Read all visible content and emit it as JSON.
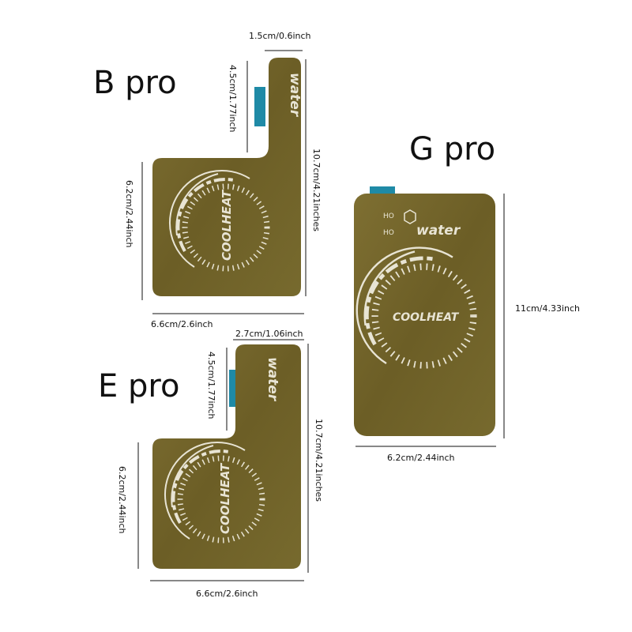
{
  "products": {
    "b_pro": {
      "title": "B pro",
      "brand": "COOLHEAT",
      "logo_word": "water",
      "dims": {
        "tab_width": "1.5cm/0.6inch",
        "tab_height": "4.5cm/1.77inch",
        "total_height": "10.7cm/4.21inches",
        "body_height": "6.2cm/2.44inch",
        "body_width": "6.6cm/2.6inch"
      }
    },
    "g_pro": {
      "title": "G pro",
      "brand": "COOLHEAT",
      "logo_word": "water",
      "dims": {
        "height": "11cm/4.33inch",
        "width": "6.2cm/2.44inch"
      }
    },
    "e_pro": {
      "title": "E pro",
      "brand": "COOLHEAT",
      "logo_word": "water",
      "dims": {
        "tab_width": "2.7cm/1.06inch",
        "tab_height": "4.5cm/1.77inch",
        "total_height": "10.7cm/4.21inches",
        "body_height": "6.2cm/2.44inch",
        "body_width": "6.6cm/2.6inch"
      }
    }
  },
  "colors": {
    "plate": "#6f6128",
    "plate_light": "#86773a",
    "tape": "#1f8aa6",
    "etch": "#e8e4d4"
  }
}
